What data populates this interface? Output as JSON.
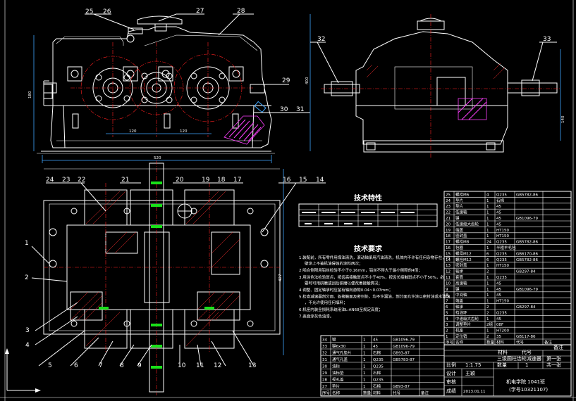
{
  "colors": {
    "background": "#000000",
    "lines": "#ffffff",
    "centerlines": "#ff2020",
    "dimension": "#3fa7ff",
    "hatch_red": "#ff3030",
    "hatch_magenta": "#ff40ff",
    "grease": "#19e019"
  },
  "front_view": {
    "callouts": [
      "25",
      "26",
      "27",
      "28",
      "29",
      "30",
      "31"
    ],
    "dims": {
      "left_dim": "180",
      "center1": "120",
      "center2": "120",
      "overall_width": "520"
    }
  },
  "side_view": {
    "callouts": [
      "32",
      "33"
    ],
    "dims": {
      "height": "400",
      "right": "140"
    }
  },
  "top_view": {
    "callouts_top": [
      "24",
      "23",
      "22",
      "21",
      "20",
      "19",
      "18",
      "17",
      "16",
      "15",
      "14"
    ],
    "callouts_left": [
      "1",
      "2",
      "3",
      "4",
      "5"
    ],
    "callouts_bottom": [
      "6",
      "7",
      "8",
      "9",
      "10",
      "11",
      "12",
      "13"
    ],
    "dims": {
      "right_dim": "427"
    }
  },
  "tech_spec": {
    "title": "技术特性"
  },
  "tech_req": {
    "title": "技术要求",
    "items": [
      "1.装配前，所有零件用煤油清洗，滚动轴承用汽油清洗，机体内不许有任何杂物存在，内壁涂上不被机油侵蚀的涂料两次；",
      "2.啮合侧隙用铅丝检验不小于0.16mm，铅丝不得大于最小侧隙的4倍；",
      "3.用涂色法检验斑点，按齿高接触斑点不小于40%，按齿长接触斑点不小于50%，必要时可用研磨或刮后研磨以便改善接触情况；",
      "4.调整、固定轴承时应留有轴向游隙0.04~0.07mm；",
      "5.检查减速器剖分面、各接触面及密封处，均不许漏油，剖分面允许涂以密封油或水玻璃，不允许使用任何填料；",
      "6.机座内装全损耗系统用油L-AN68至规定高度；",
      "7.表面涂灰色油漆。"
    ]
  },
  "parts_upper": {
    "rows": [
      [
        "25",
        "螺栓M6",
        "4",
        "Q235",
        "GB5782-86",
        ""
      ],
      [
        "24",
        "垫片",
        "1",
        "石棉",
        "",
        ""
      ],
      [
        "23",
        "垫片",
        "1",
        "45",
        "",
        ""
      ],
      [
        "22",
        "低速轴",
        "1",
        "45",
        "",
        ""
      ],
      [
        "21",
        "键",
        "1",
        "45",
        "GB1096-79",
        ""
      ],
      [
        "20",
        "低速级大齿轮",
        "1",
        "45",
        "",
        ""
      ],
      [
        "19",
        "端盖",
        "1",
        "HT150",
        "",
        ""
      ],
      [
        "18",
        "密封盖",
        "1",
        "HT150",
        "",
        ""
      ],
      [
        "17",
        "螺栓M8",
        "24",
        "Q235",
        "GB5782-86",
        ""
      ],
      [
        "16",
        "毡圈",
        "1",
        "半粗羊毛毡",
        "",
        ""
      ],
      [
        "15",
        "螺母M12",
        "6",
        "Q235",
        "GB6170-86",
        ""
      ],
      [
        "14",
        "螺栓M12",
        "6",
        "Q235",
        "GB5782-86",
        ""
      ],
      [
        "13",
        "密封盖",
        "1",
        "HT150",
        "",
        ""
      ],
      [
        "12",
        "轴承",
        "2",
        "",
        "GB297-84",
        ""
      ],
      [
        "11",
        "套筒",
        "1",
        "Q235",
        "",
        ""
      ],
      [
        "10",
        "高速轴",
        "1",
        "45",
        "",
        ""
      ],
      [
        "9",
        "键",
        "1",
        "45",
        "GB1096-79",
        ""
      ],
      [
        "8",
        "中间轴",
        "1",
        "45",
        "",
        ""
      ],
      [
        "7",
        "端盖",
        "1",
        "HT150",
        "",
        ""
      ],
      [
        "6",
        "轴承",
        "2",
        "",
        "GB297-84",
        ""
      ],
      [
        "5",
        "挡油环",
        "2",
        "Q235",
        "",
        ""
      ],
      [
        "4",
        "中速级大齿轮",
        "1",
        "45",
        "",
        ""
      ],
      [
        "3",
        "调整垫片",
        "2组",
        "08F",
        "",
        ""
      ],
      [
        "2",
        "机座",
        "1",
        "HT200",
        "",
        ""
      ],
      [
        "1",
        "定位销",
        "2",
        "35",
        "GB117-86",
        ""
      ]
    ],
    "header": [
      "序号",
      "名称",
      "数量",
      "材料",
      "代号",
      "备注"
    ]
  },
  "parts_lower": {
    "rows": [
      [
        "34",
        "键",
        "1",
        "45",
        "GB1096-79",
        ""
      ],
      [
        "33",
        "键6x30",
        "1",
        "45",
        "GB1096-79",
        ""
      ],
      [
        "32",
        "通气孔垫片",
        "1",
        "石棉",
        "GB93-87",
        ""
      ],
      [
        "31",
        "通气孔盖",
        "1",
        "Q235",
        "GB5783-87",
        ""
      ],
      [
        "30",
        "油标",
        "1",
        "Q235",
        "",
        ""
      ],
      [
        "29",
        "油标垫",
        "1",
        "石棉",
        "",
        ""
      ],
      [
        "28",
        "视孔盖",
        "1",
        "Q235",
        "",
        ""
      ],
      [
        "27",
        "垫片",
        "1",
        "石棉",
        "GB93-87",
        ""
      ]
    ],
    "header": [
      "序号",
      "名称",
      "数量",
      "材料",
      "代号",
      "备注"
    ]
  },
  "title_block": {
    "name": "三级圆柱齿轮减速器",
    "scale_label": "比例",
    "scale": "1:1.75",
    "qty_label": "数量",
    "qty": "1",
    "sheet": "第一张",
    "total": "共一张",
    "design_label": "设计",
    "check_label": "审核",
    "score_label": "成绩",
    "designer": "王颖",
    "date": "2013.01.11",
    "school": "机电学院 1041班",
    "student_id": "(学号10321107)",
    "material_label": "材料",
    "code_label": "代号",
    "remark_label": "备注"
  }
}
